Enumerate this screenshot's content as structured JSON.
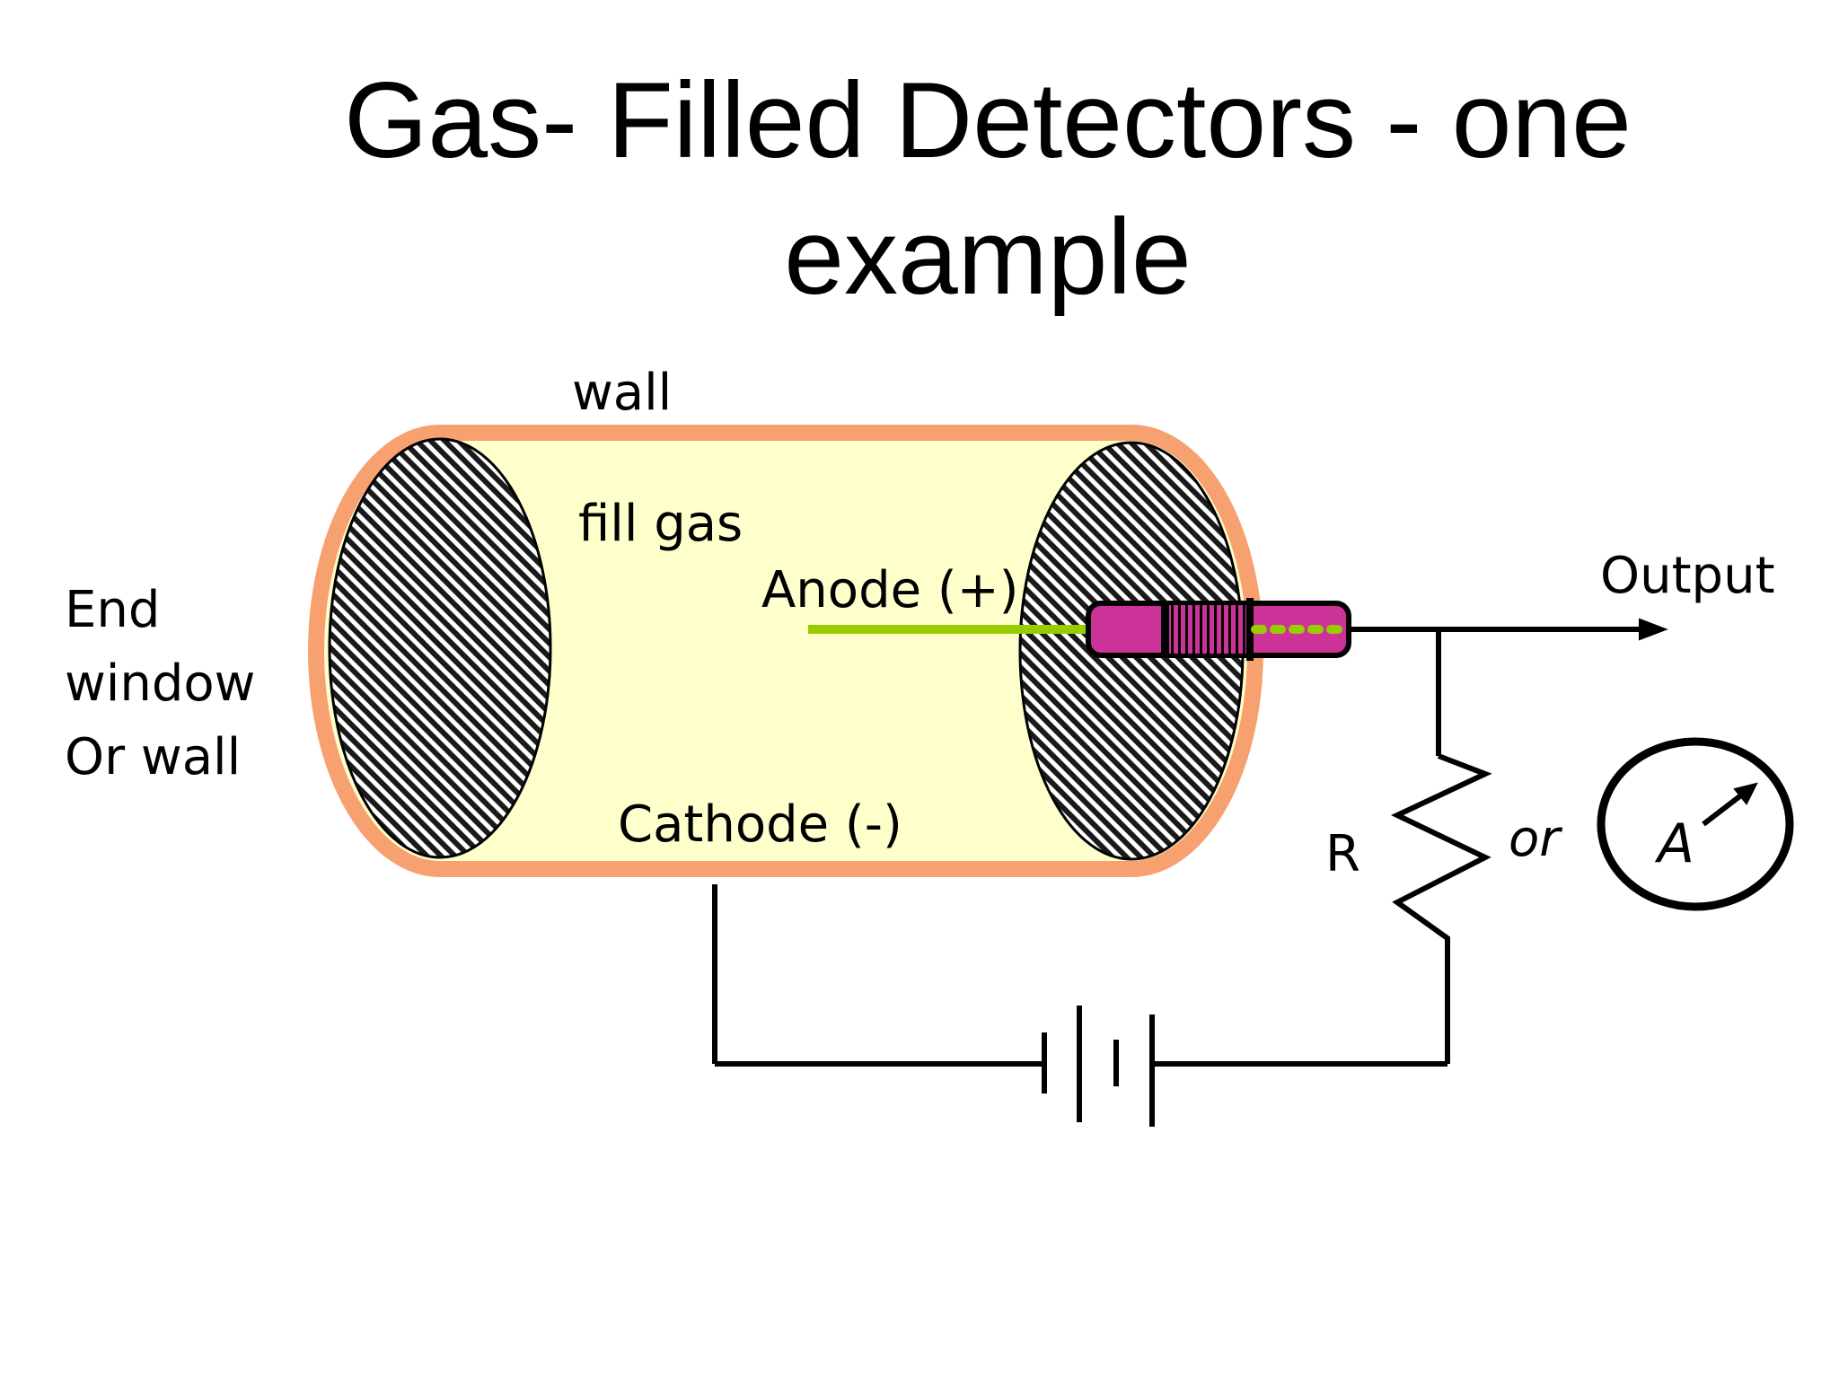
{
  "title": {
    "line1": "Gas- Filled Detectors - one",
    "line2": "example"
  },
  "labels": {
    "wall": "wall",
    "fill_gas": "fill gas",
    "anode": "Anode (+)",
    "cathode": "Cathode (-)",
    "end_window_1": "End",
    "end_window_2": "window",
    "end_window_3": "Or wall",
    "output": "Output",
    "resistor": "R",
    "or": "or",
    "ammeter": "A"
  },
  "colors": {
    "wall": "#f7a070",
    "fill_gas": "#ffffcc",
    "anode_wire": "#99cc00",
    "connector": "#cc3399",
    "hatch": "#1a1a1a"
  }
}
